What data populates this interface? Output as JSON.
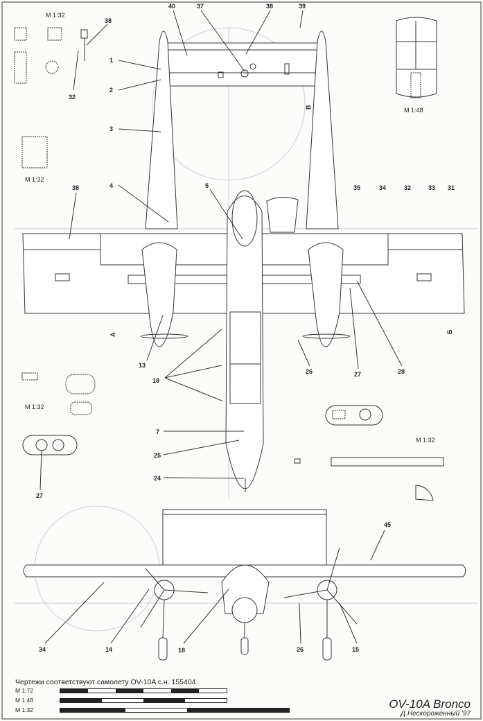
{
  "scales": {
    "m132": "M 1:32",
    "m148": "M 1:48",
    "m172": "M 1:72"
  },
  "section_marks": {
    "a": "А",
    "b": "Б",
    "v": "В"
  },
  "callouts": {
    "top_38": "38",
    "top_32": "32",
    "tail_40": "40",
    "tail_37": "37",
    "tail_38": "38",
    "tail_39": "39",
    "c1": "1",
    "c2": "2",
    "c3": "3",
    "c4": "4",
    "c5": "5",
    "wing_38": "38",
    "c35": "35",
    "c34": "34",
    "c32": "32",
    "c33": "33",
    "c31": "31",
    "c13": "13",
    "c18": "18",
    "c26": "26",
    "c27": "27",
    "c28": "28",
    "c7": "7",
    "c25": "25",
    "c24": "24",
    "left_27": "27",
    "front_45": "45",
    "front_34": "34",
    "front_14": "14",
    "front_18": "18",
    "front_26": "26",
    "front_15": "15"
  },
  "footer": {
    "caption": "Чертежи соответствуют самолету OV-10A с.н. 155404",
    "scale_bars": [
      {
        "label": "M 1:72"
      },
      {
        "label": "M 1:48"
      },
      {
        "label": "M 1:32"
      }
    ],
    "title": "OV-10A Bronco",
    "author": "Д.Нескороженный '97"
  }
}
